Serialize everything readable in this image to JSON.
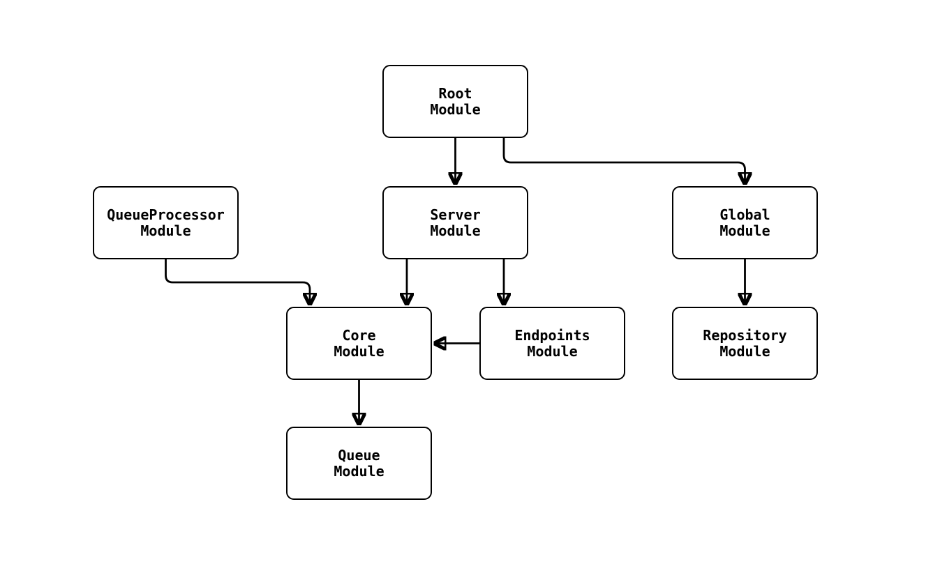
{
  "diagram": {
    "type": "flowchart",
    "background_color": "#ffffff",
    "node_fill_color": "#ffffff",
    "stroke_color": "#000000",
    "nodes": [
      {
        "id": "root",
        "label": "Root Module",
        "line1": "Root",
        "line2": "Module"
      },
      {
        "id": "queueprocessor",
        "label": "QueueProcessor Module",
        "line1": "QueueProcessor",
        "line2": "Module"
      },
      {
        "id": "server",
        "label": "Server Module",
        "line1": "Server",
        "line2": "Module"
      },
      {
        "id": "global",
        "label": "Global Module",
        "line1": "Global",
        "line2": "Module"
      },
      {
        "id": "core",
        "label": "Core Module",
        "line1": "Core",
        "line2": "Module"
      },
      {
        "id": "endpoints",
        "label": "Endpoints Module",
        "line1": "Endpoints",
        "line2": "Module"
      },
      {
        "id": "repository",
        "label": "Repository Module",
        "line1": "Repository",
        "line2": "Module"
      },
      {
        "id": "queue",
        "label": "Queue Module",
        "line1": "Queue",
        "line2": "Module"
      }
    ],
    "edges": [
      {
        "from": "root",
        "to": "server",
        "style": "arrow"
      },
      {
        "from": "root",
        "to": "global",
        "style": "arrow"
      },
      {
        "from": "queueprocessor",
        "to": "core",
        "style": "arrow"
      },
      {
        "from": "server",
        "to": "core",
        "style": "arrow"
      },
      {
        "from": "server",
        "to": "endpoints",
        "style": "arrow"
      },
      {
        "from": "endpoints",
        "to": "core",
        "style": "arrow"
      },
      {
        "from": "global",
        "to": "repository",
        "style": "arrow"
      },
      {
        "from": "core",
        "to": "queue",
        "style": "arrow"
      }
    ]
  }
}
